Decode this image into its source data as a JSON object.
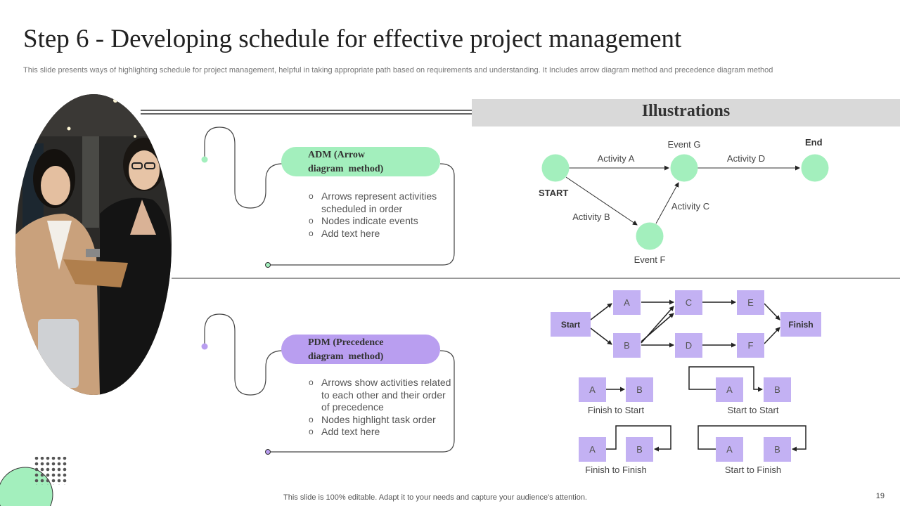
{
  "header": {
    "title": "Step 6 - Developing schedule for effective project management",
    "subtitle": "This slide presents ways of highlighting schedule for project management, helpful in taking appropriate path based on requirements and understanding. It Includes arrow diagram method and  precedence diagram method"
  },
  "illustrations_label": "Illustrations",
  "adm": {
    "title_line1": "ADM (Arrow",
    "title_line2": "diagram  method)",
    "bullets": [
      "Arrows represent activities scheduled in order",
      "Nodes indicate events",
      "Add text here"
    ]
  },
  "pdm": {
    "title_line1": "PDM (Precedence",
    "title_line2": "diagram  method)",
    "bullets": [
      "Arrows show activities related to each other and their order of precedence",
      "Nodes highlight task order",
      "Add text here"
    ]
  },
  "adm_diagram": {
    "start_label": "START",
    "end_label": "End",
    "event_g": "Event G",
    "event_f": "Event F",
    "activity_a": "Activity A",
    "activity_b": "Activity B",
    "activity_c": "Activity C",
    "activity_d": "Activity D"
  },
  "pdm_diagram": {
    "start": "Start",
    "finish": "Finish",
    "nodes": [
      "A",
      "B",
      "C",
      "D",
      "E",
      "F"
    ],
    "relations": {
      "finish_to_start": "Finish to Start",
      "start_to_start": "Start to Start",
      "finish_to_finish": "Finish to Finish",
      "start_to_finish": "Start to Finish"
    }
  },
  "footer": {
    "note": "This slide is 100% editable. Adapt it to your needs and capture your audience's attention.",
    "page_number": "19"
  },
  "colors": {
    "green": "#a3efbd",
    "purple": "#b99ef0",
    "pdm_box": "#c3b1f3",
    "gray_bar": "#d9d9d9"
  }
}
